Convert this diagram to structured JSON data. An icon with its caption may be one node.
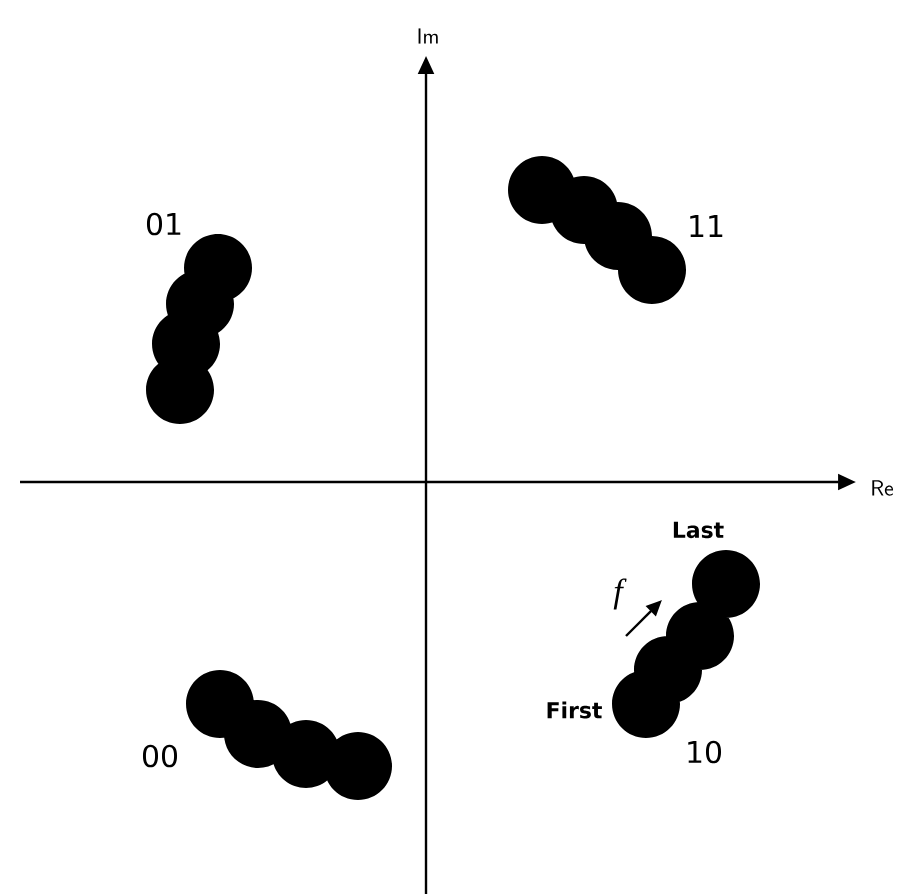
{
  "diagram": {
    "labels": [
      "Im",
      "01",
      "11",
      "Re",
      "Last",
      "f",
      "First",
      "00",
      "10"
    ]
  }
}
